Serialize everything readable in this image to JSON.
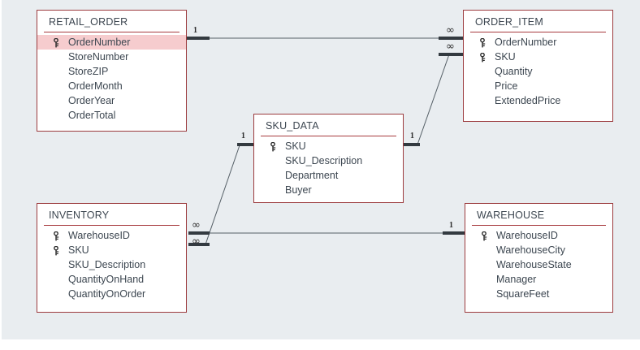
{
  "diagram": {
    "type": "entity-relationship-diagram",
    "app": "Microsoft Access Relationships",
    "canvas_background": "#e9edf0",
    "table_border_color": "#9c3b3e",
    "pk_highlight_color": "#f6ccce",
    "text_color": "#3c4650"
  },
  "tables": [
    {
      "name": "RETAIL_ORDER",
      "fields": [
        {
          "label": "OrderNumber",
          "key": true,
          "highlighted": true
        },
        {
          "label": "StoreNumber",
          "key": false,
          "highlighted": false
        },
        {
          "label": "StoreZIP",
          "key": false,
          "highlighted": false
        },
        {
          "label": "OrderMonth",
          "key": false,
          "highlighted": false
        },
        {
          "label": "OrderYear",
          "key": false,
          "highlighted": false
        },
        {
          "label": "OrderTotal",
          "key": false,
          "highlighted": false
        }
      ]
    },
    {
      "name": "ORDER_ITEM",
      "fields": [
        {
          "label": "OrderNumber",
          "key": true,
          "highlighted": false
        },
        {
          "label": "SKU",
          "key": true,
          "highlighted": false
        },
        {
          "label": "Quantity",
          "key": false,
          "highlighted": false
        },
        {
          "label": "Price",
          "key": false,
          "highlighted": false
        },
        {
          "label": "ExtendedPrice",
          "key": false,
          "highlighted": false
        }
      ]
    },
    {
      "name": "SKU_DATA",
      "fields": [
        {
          "label": "SKU",
          "key": true,
          "highlighted": false
        },
        {
          "label": "SKU_Description",
          "key": false,
          "highlighted": false
        },
        {
          "label": "Department",
          "key": false,
          "highlighted": false
        },
        {
          "label": "Buyer",
          "key": false,
          "highlighted": false
        }
      ]
    },
    {
      "name": "INVENTORY",
      "fields": [
        {
          "label": "WarehouseID",
          "key": true,
          "highlighted": false
        },
        {
          "label": "SKU",
          "key": true,
          "highlighted": false
        },
        {
          "label": "SKU_Description",
          "key": false,
          "highlighted": false
        },
        {
          "label": "QuantityOnHand",
          "key": false,
          "highlighted": false
        },
        {
          "label": "QuantityOnOrder",
          "key": false,
          "highlighted": false
        }
      ]
    },
    {
      "name": "WAREHOUSE",
      "fields": [
        {
          "label": "WarehouseID",
          "key": true,
          "highlighted": false
        },
        {
          "label": "WarehouseCity",
          "key": false,
          "highlighted": false
        },
        {
          "label": "WarehouseState",
          "key": false,
          "highlighted": false
        },
        {
          "label": "Manager",
          "key": false,
          "highlighted": false
        },
        {
          "label": "SquareFeet",
          "key": false,
          "highlighted": false
        }
      ]
    }
  ],
  "relationships": [
    {
      "from_table": "RETAIL_ORDER",
      "to_table": "ORDER_ITEM",
      "from_cardinality": "1",
      "to_cardinality": "∞"
    },
    {
      "from_table": "SKU_DATA",
      "to_table": "ORDER_ITEM",
      "from_cardinality": "1",
      "to_cardinality": "∞"
    },
    {
      "from_table": "SKU_DATA",
      "to_table": "INVENTORY",
      "from_cardinality": "1",
      "to_cardinality": "∞"
    },
    {
      "from_table": "WAREHOUSE",
      "to_table": "INVENTORY",
      "from_cardinality": "1",
      "to_cardinality": "∞"
    }
  ],
  "markers": {
    "one": "1",
    "many": "∞"
  }
}
